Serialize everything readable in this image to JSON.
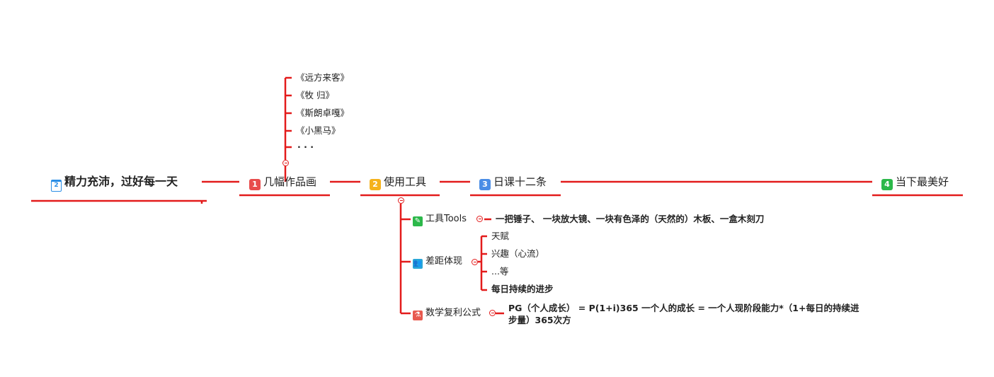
{
  "colors": {
    "line": "#e31b1b",
    "badge1": "#e84c4c",
    "badge2": "#f5b21b",
    "badge3": "#4a8de6",
    "badge4": "#2cb84a",
    "calendar": "#2a8ee6",
    "pen": "#2cb84a",
    "people": "#29a6d8",
    "flask": "#e85a4f"
  },
  "root": {
    "icon": "calendar-icon",
    "icon_text": "2",
    "label": "精力充沛，过好每一天"
  },
  "branches": [
    {
      "num": "1",
      "label": "几幅作品画"
    },
    {
      "num": "2",
      "label": "使用工具"
    },
    {
      "num": "3",
      "label": "日课十二条"
    },
    {
      "num": "4",
      "label": "当下最美好"
    }
  ],
  "works": [
    "《远方来客》",
    "《牧 归》",
    "《斯朗卓嘎》",
    "《小黑马》",
    "· · ·"
  ],
  "tools": {
    "tools_node": {
      "icon": "pen-icon",
      "label": "工具Tools",
      "detail": "一把锤子、 一块放大镜、一块有色泽的（天然的）木板、一盒木刻刀"
    },
    "gap_node": {
      "icon": "people-icon",
      "label": "差距体现",
      "items": [
        "天赋",
        "兴趣（心流）",
        "...等",
        "每日持续的进步"
      ]
    },
    "formula_node": {
      "icon": "flask-icon",
      "label": "数学复利公式",
      "detail": "PG（个人成长） = P(1+i)365   一个人的成长 = 一个人现阶段能力*（1+每日的持续进步量）365次方"
    }
  }
}
